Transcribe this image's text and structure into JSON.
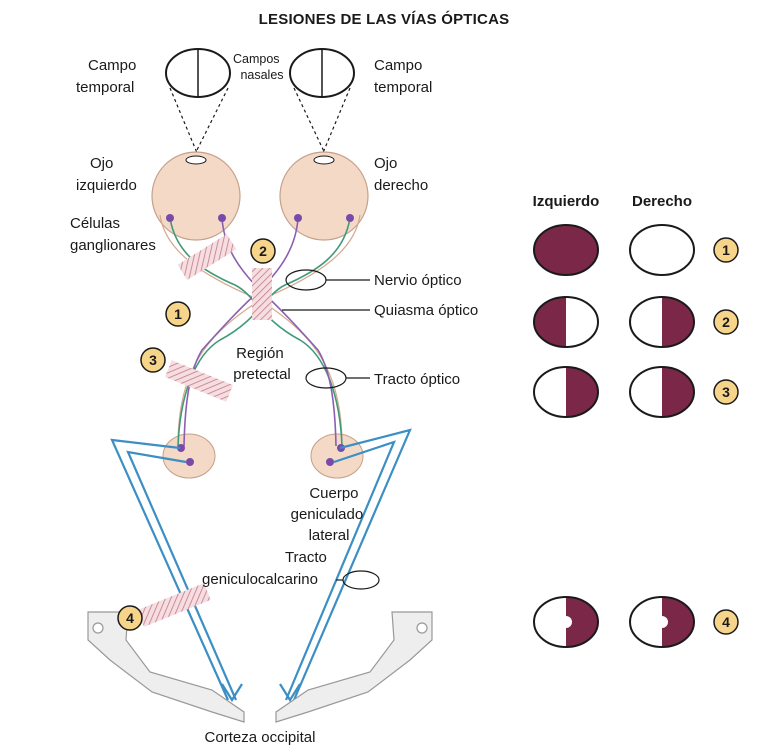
{
  "title": "LESIONES DE LAS VÍAS ÓPTICAS",
  "visual_fields": {
    "left_temporal": [
      "Campo",
      "temporal"
    ],
    "nasal": [
      "Campos",
      "nasales"
    ],
    "right_temporal": [
      "Campo",
      "temporal"
    ]
  },
  "eyes": {
    "left": [
      "Ojo",
      "izquierdo"
    ],
    "right": [
      "Ojo",
      "derecho"
    ]
  },
  "ganglion_cells": [
    "Células",
    "ganglionares"
  ],
  "structures": {
    "optic_nerve": "Nervio óptico",
    "chiasm": "Quiasma óptico",
    "pretectal": [
      "Región",
      "pretectal"
    ],
    "optic_tract": "Tracto óptico",
    "lgn": [
      "Cuerpo",
      "geniculado",
      "lateral"
    ],
    "geniculocalcarine": [
      "Tracto",
      "geniculocalcarino"
    ],
    "cortex": "Corteza occipital"
  },
  "lesion_markers": {
    "l1": "1",
    "l2": "2",
    "l3": "3",
    "l4": "4"
  },
  "field_table": {
    "header_left": "Izquierdo",
    "header_right": "Derecho",
    "rows": [
      {
        "number": "1",
        "left": "full",
        "right": "none"
      },
      {
        "number": "2",
        "left": "temporal",
        "right": "temporal"
      },
      {
        "number": "3",
        "left": "nasal",
        "right": "temporal"
      },
      {
        "number": "4",
        "left": "nasal-macular-sparing",
        "right": "temporal-macular-sparing"
      }
    ]
  },
  "colors": {
    "defect": "#7a2748",
    "badge": "#f6d48a",
    "nasal_fiber": "#8a5fb0",
    "temporal_fiber": "#3f9a7a",
    "radiation": "#3b8fc4",
    "eye_fill": "#f3d9c6",
    "cortex_fill": "#eeeeee"
  }
}
